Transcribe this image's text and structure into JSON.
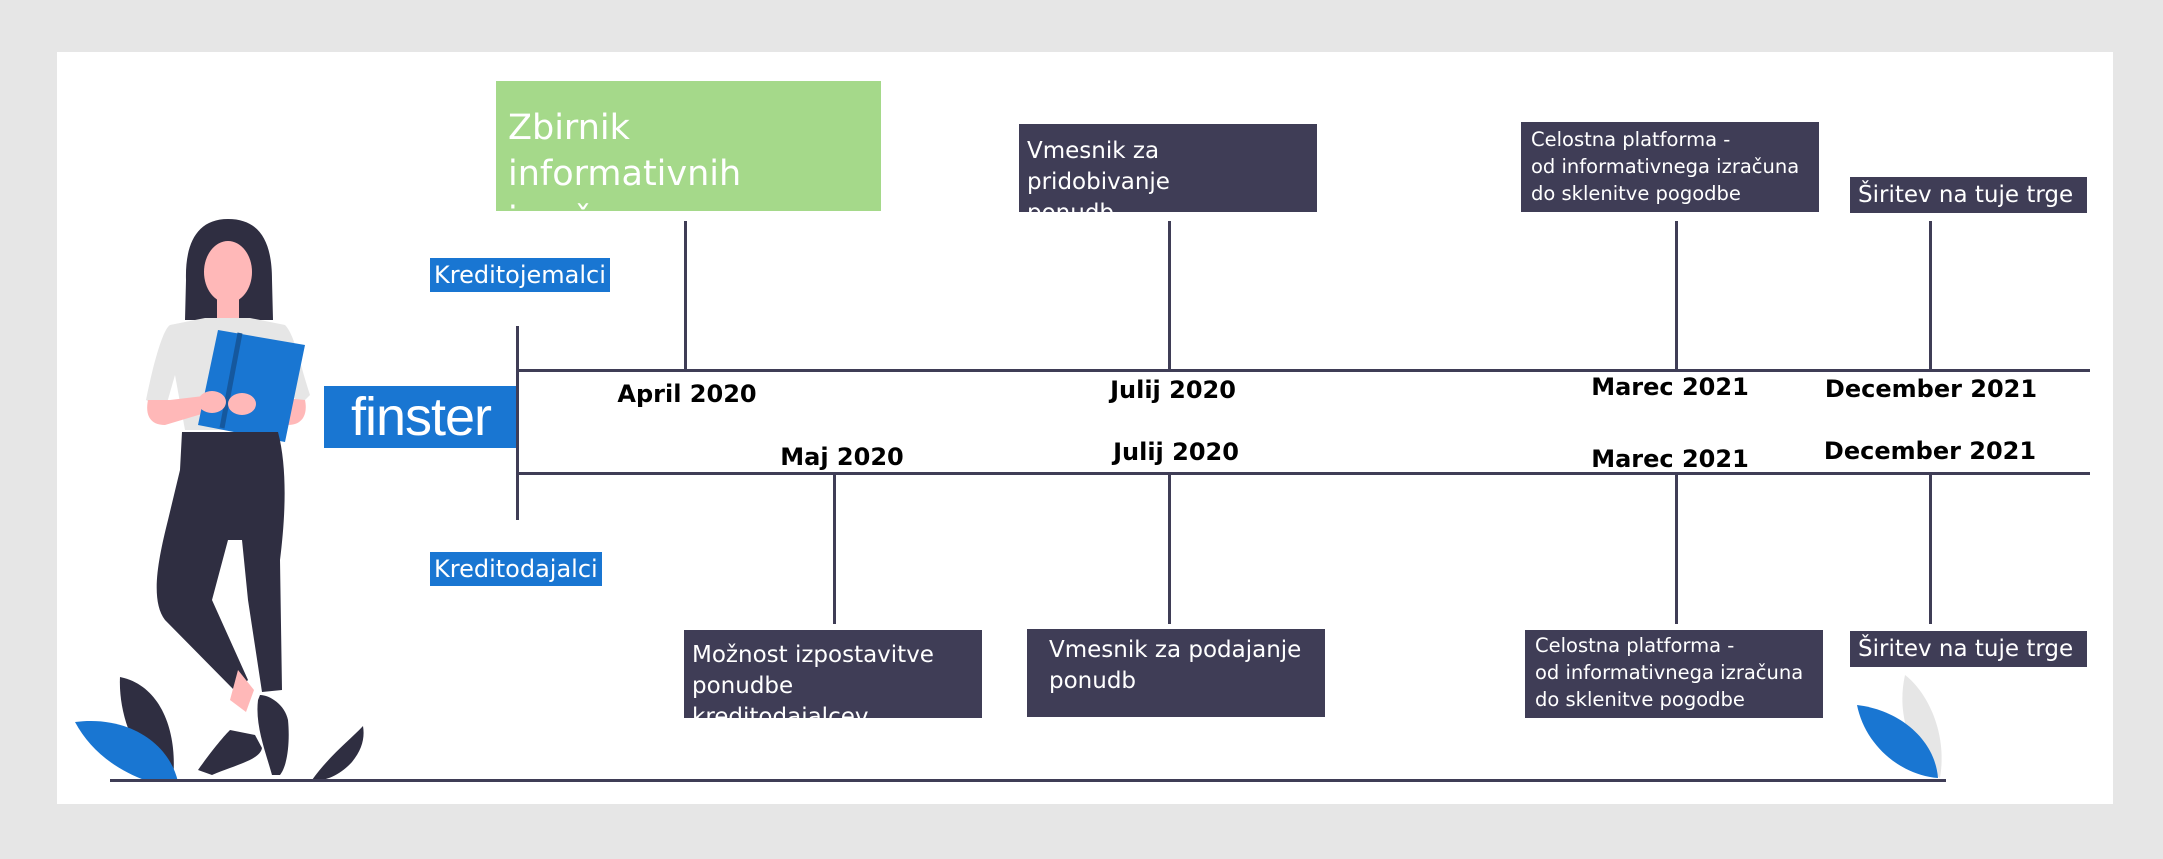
{
  "logo": {
    "text": "finster"
  },
  "colors": {
    "dark": "#3f3d56",
    "accent_blue": "#1976d2",
    "green": "#a5d98a",
    "background": "#e6e6e6",
    "skin": "#ffb8b8",
    "leaf_grey": "#e6e6e6"
  },
  "labels": {
    "top": "Kreditojemalci",
    "bottom": "Kreditodajalci"
  },
  "top_timeline": {
    "dates": [
      "April 2020",
      "Julij 2020",
      "Marec 2021",
      "December 2021"
    ],
    "milestones": [
      "Zbirnik informativnih\nizračunov",
      "Vmesnik za pridobivanje\nponudb",
      "Celostna platforma -\nod informativnega izračuna\ndo sklenitve pogodbe",
      "Širitev na tuje trge"
    ]
  },
  "bottom_timeline": {
    "dates": [
      "Maj 2020",
      "Julij 2020",
      "Marec 2021",
      "December 2021"
    ],
    "milestones": [
      "Možnost izpostavitve\nponudbe kreditodajalcev",
      "Vmesnik za podajanje\nponudb",
      "Celostna platforma -\nod informativnega izračuna\ndo sklenitve pogodbe",
      "Širitev na tuje trge"
    ]
  },
  "illustration": {
    "subject": "woman-holding-book",
    "plants": "leaf-decorations"
  }
}
